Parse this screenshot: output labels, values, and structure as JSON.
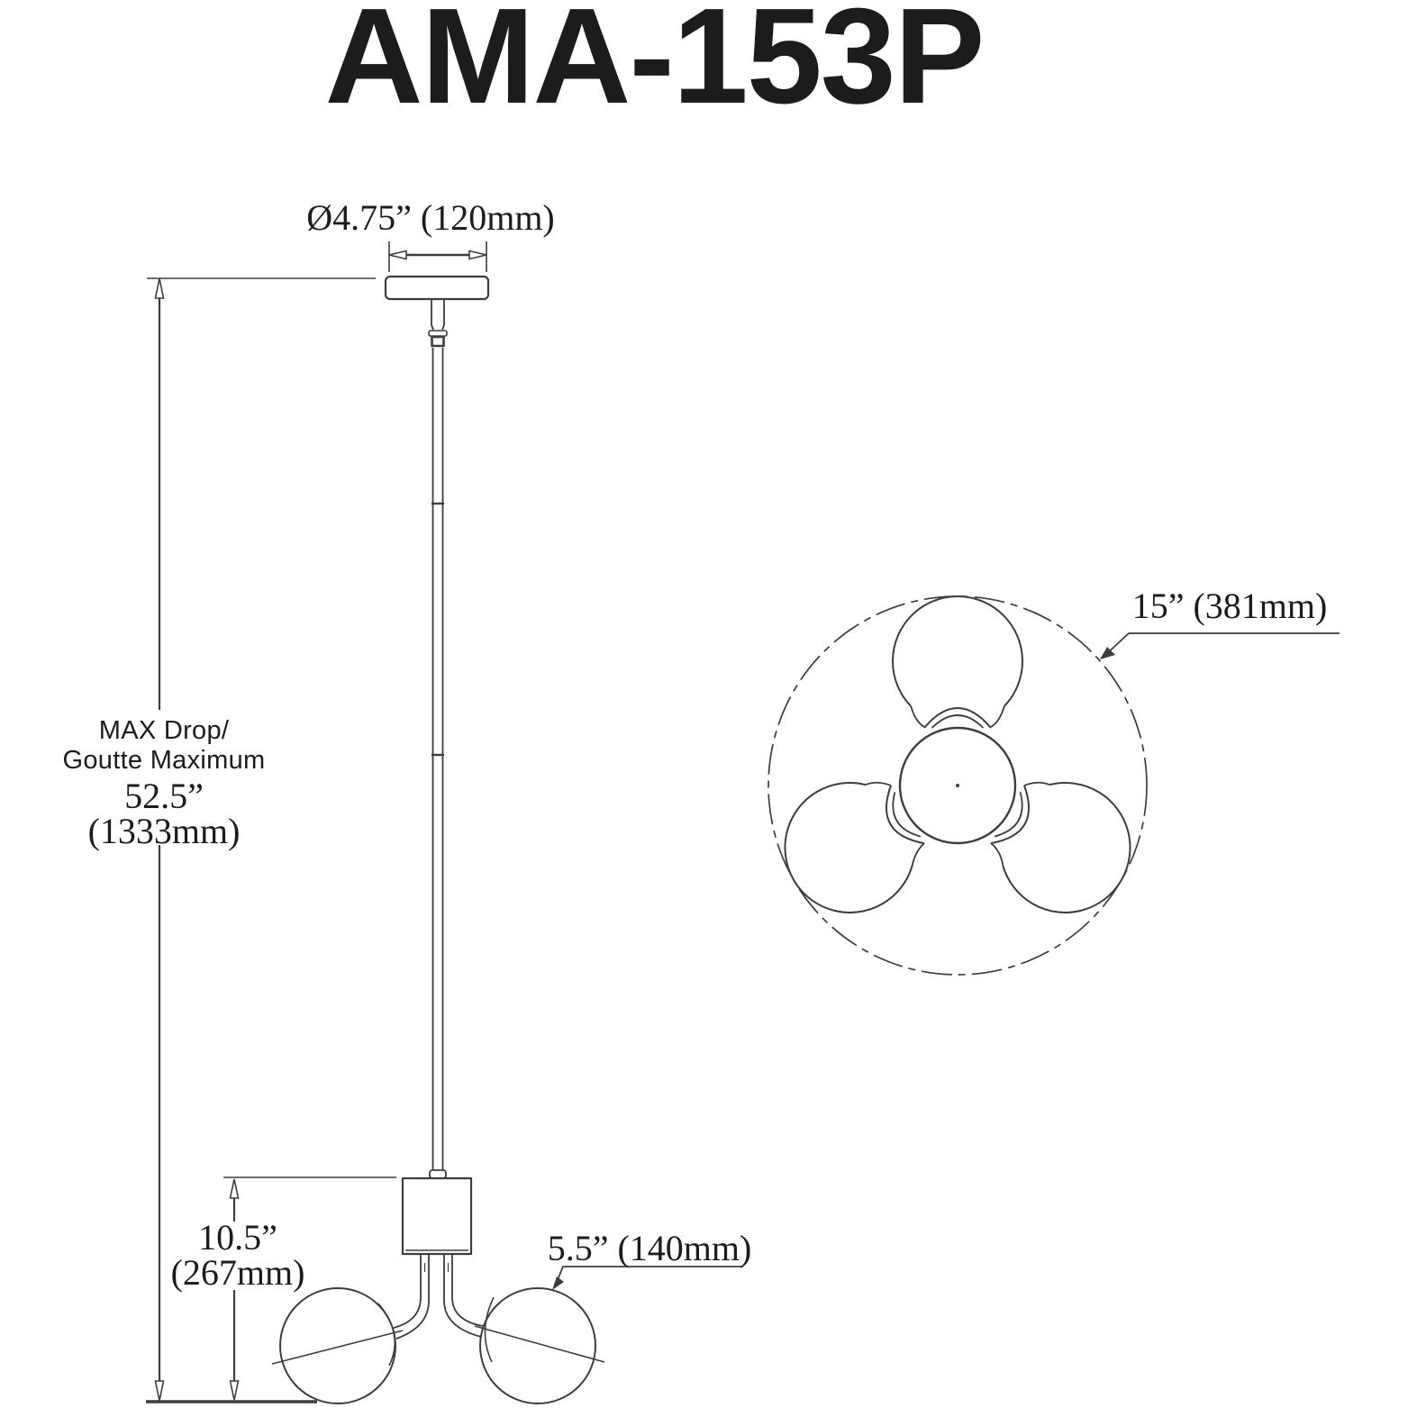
{
  "title": "AMA-153P",
  "front_view": {
    "canopy_diameter": "Ø4.75” (120mm)",
    "max_drop": {
      "line1": "MAX Drop/",
      "line2": "Goutte Maximum",
      "line3": "52.5”",
      "line4": "(1333mm)"
    },
    "body_height": {
      "line1": "10.5”",
      "line2": "(267mm)"
    },
    "globe_diameter": "5.5” (140mm)"
  },
  "top_view": {
    "fixture_diameter": "15” (381mm)"
  },
  "colors": {
    "line": "#3d3d3d",
    "text": "#1c1c1c",
    "background": "#ffffff"
  }
}
